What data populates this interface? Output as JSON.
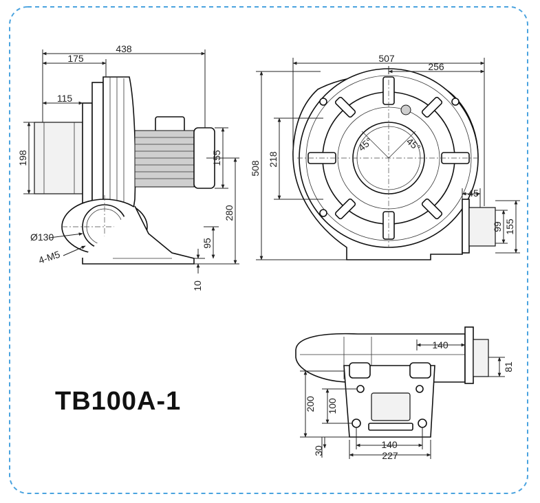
{
  "model": "TB100A-1",
  "colors": {
    "frame": "#4aa3df",
    "ink": "#111111"
  },
  "side_view": {
    "overall_length": "438",
    "inlet_to_axis": "175",
    "flange_depth": "115",
    "inlet_height": "198",
    "motor_height": "155",
    "axis_height": "280",
    "foot_height": "95",
    "base_thickness": "10",
    "outlet_diameter": "Ø130",
    "bolt_holes": "4-M5"
  },
  "front_view": {
    "overall_width": "507",
    "half_width": "256",
    "overall_height": "508",
    "inlet_height": "218",
    "outlet_offset": "45",
    "outlet_inner": "99",
    "outlet_outer": "155",
    "angle_left": "45°",
    "angle_right": "45°"
  },
  "bottom_view": {
    "outlet_length": "140",
    "outlet_size": "81",
    "overall_depth": "200",
    "foot_spacing_depth": "100",
    "hole_offset": "30",
    "hole_spacing": "140",
    "base_width": "227"
  }
}
